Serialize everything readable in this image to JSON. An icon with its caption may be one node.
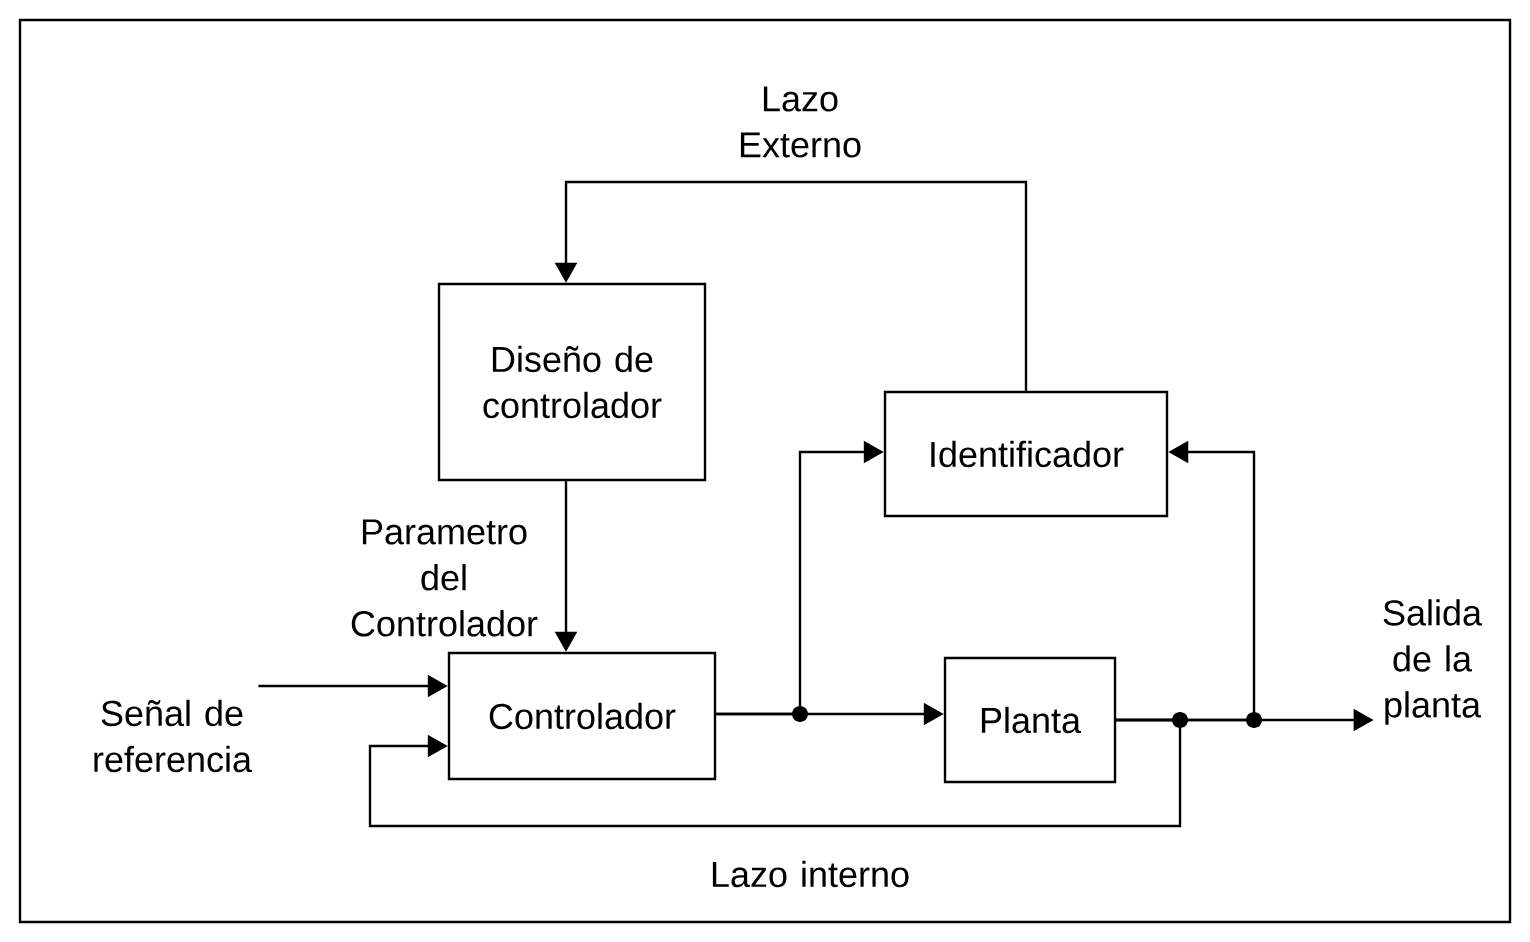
{
  "diagram": {
    "nodes": [
      {
        "text": [
          "Diseño de controlador"
        ]
      },
      {
        "text": [
          "Identificador"
        ]
      },
      {
        "text": [
          "Controlador"
        ]
      },
      {
        "text": [
          "Planta"
        ]
      },
      {
        "text": [
          "Señal de referencia"
        ]
      },
      {
        "text": [
          "Salida de la planta"
        ]
      }
    ],
    "edges": [
      {
        "from": 1,
        "to": 0,
        "arrow": "to",
        "label": "Lazo Externo"
      },
      {
        "from": 0,
        "to": 2,
        "arrow": "to",
        "label": "Parametro del Controlador"
      },
      {
        "from": 4,
        "to": 2,
        "arrow": "to"
      },
      {
        "from": 2,
        "to": 3,
        "arrow": "to"
      },
      {
        "from": 2,
        "to": 1,
        "arrow": "to"
      },
      {
        "from": 3,
        "to": 5,
        "arrow": "to"
      },
      {
        "from": 3,
        "to": 1,
        "arrow": "to"
      },
      {
        "from": 3,
        "to": 2,
        "arrow": "to",
        "label": "Lazo interno"
      }
    ]
  }
}
